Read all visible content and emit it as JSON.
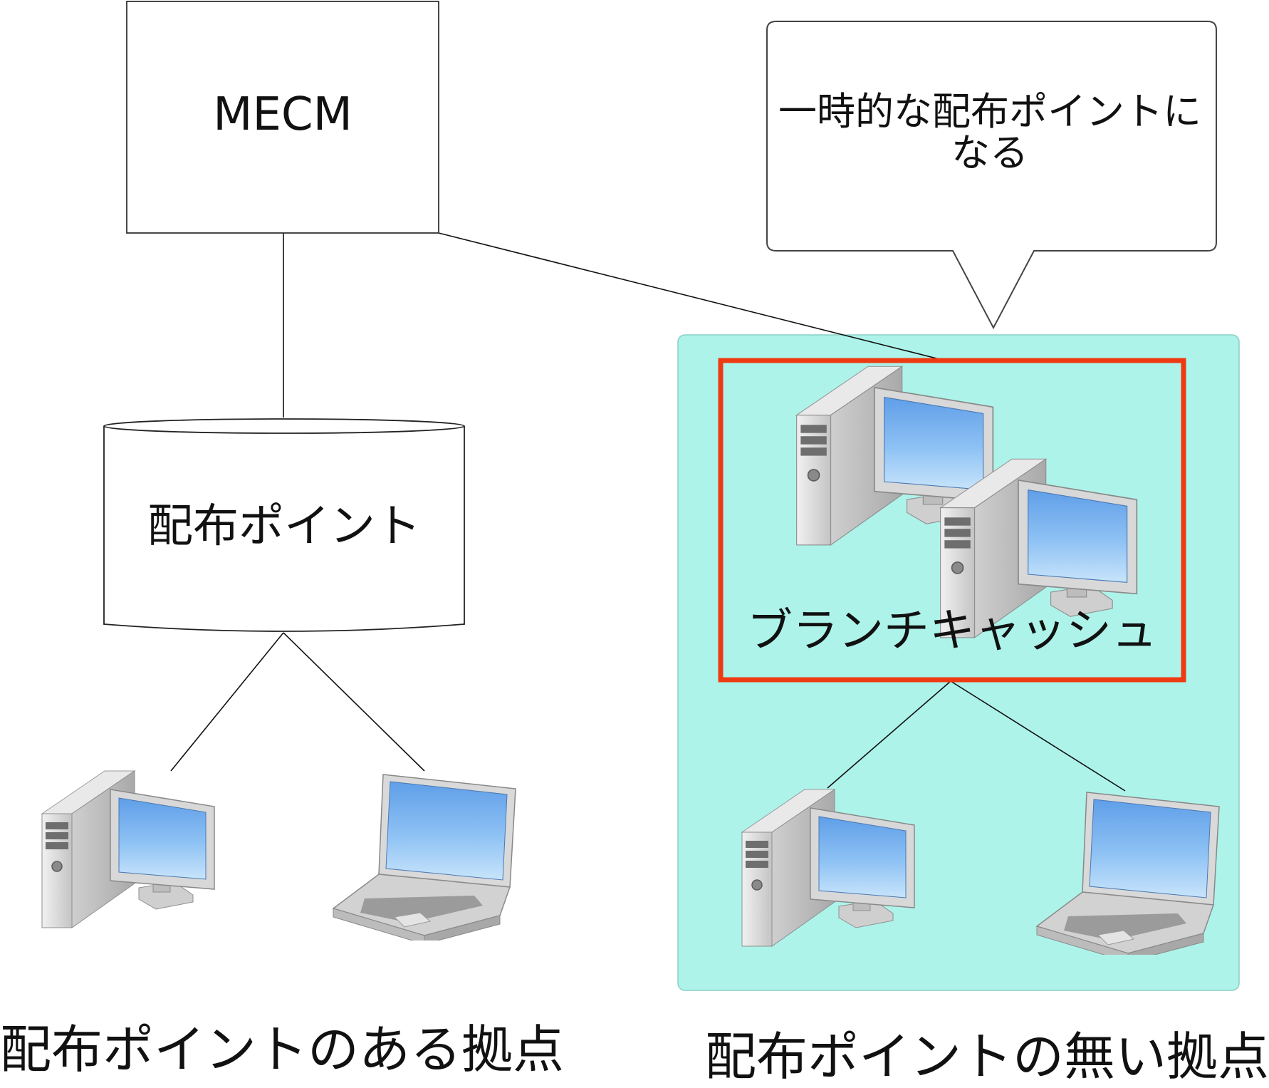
{
  "diagram": {
    "mecm_label": "MECM",
    "distribution_point_label": "配布ポイント",
    "callout_text": "一時的な配布ポイントになる",
    "branch_cache_label": "ブランチキャッシュ",
    "site_with_dp_label": "配布ポイントのある拠点",
    "site_without_dp_label": "配布ポイントの無い拠点",
    "colors": {
      "site_background": "#adf3ea",
      "branch_cache_border": "#ee3a12",
      "line": "#111111"
    },
    "icons": [
      "desktop-computer-icon",
      "laptop-icon"
    ]
  }
}
